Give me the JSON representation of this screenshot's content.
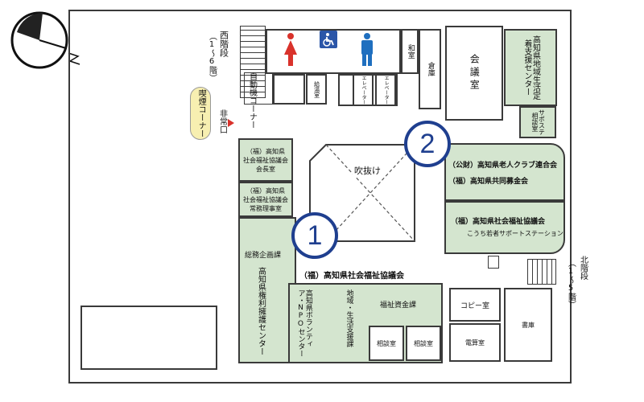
{
  "compass": {
    "north_marker": "N",
    "north_icon": "compass-icon"
  },
  "stairs_west": {
    "name": "西階段",
    "range": "（1〜6階）"
  },
  "stairs_north": {
    "name": "北階段",
    "range": "（1〜5階）"
  },
  "smoking_corner": "喫煙コーナー",
  "emergency_exit": "非常口",
  "vending_corner": "自動機コーナー",
  "restroom_icons": [
    "female-restroom-icon",
    "accessible-restroom-icon",
    "male-restroom-icon"
  ],
  "rooms": {
    "washitsu": "和室",
    "soko_top": "倉庫",
    "kaigishitsu": "会議室",
    "kyutou": "給湯室",
    "elevator_1": "エレベーター",
    "elevator_2": "エレベーター",
    "chiiki_support": "高知県地域生活定着支援センター",
    "support_station_room": "サポステ相談室",
    "fukiage": "吹抜け",
    "kaichou": [
      "（福）高知県",
      "社会福祉協議会",
      "会長室"
    ],
    "jomu": [
      "（福）高知県",
      "社会福祉協議会",
      "常務理事室"
    ],
    "rojin_club": "（公財）高知県老人クラブ連合会",
    "kyodo_bokin": "（福）高知県共同募金会",
    "shakyo_wakamono": "（福）高知県社会福祉協議会",
    "wakamono_station": "こうち若者サポートステーション",
    "somu": "総務企画課",
    "kenri_yogo": "高知県権利擁護センター",
    "volunteer": "高知県ボランティア・NPOセンター",
    "chiiki_seikatsu": "地域・生活支援課",
    "fukushi_shikin": "福祉資金課",
    "soudan_1": "相談室",
    "soudan_2": "相談室",
    "copy": "コピー室",
    "denki": "電算室",
    "shoko": "書庫",
    "shakyo_main": "（福）高知県社会福祉協議会"
  },
  "markers": [
    {
      "label": "1"
    },
    {
      "label": "2"
    }
  ],
  "colors": {
    "green": "#d4e5cf",
    "marker": "#1f3f8f",
    "female": "#d9322b",
    "male": "#1f6fbf",
    "accessible": "#2b56a8",
    "smoking": "#f7efb1"
  }
}
